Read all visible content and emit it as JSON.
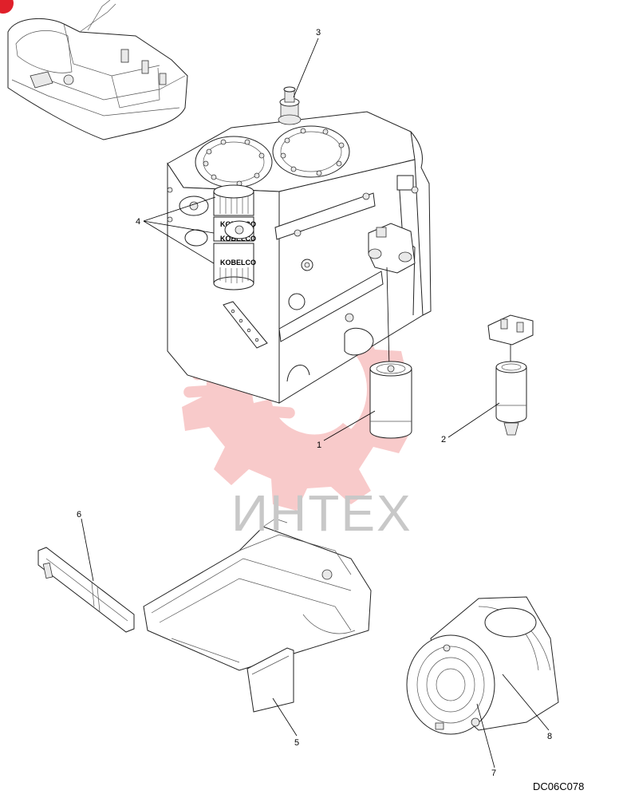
{
  "diagram": {
    "drawing_id": "DC06C078",
    "watermark_text": "ИНТЕХ",
    "callouts": [
      {
        "id": "c1",
        "label": "1"
      },
      {
        "id": "c2",
        "label": "2"
      },
      {
        "id": "c3",
        "label": "3"
      },
      {
        "id": "c4",
        "label": "4"
      },
      {
        "id": "c5",
        "label": "5"
      },
      {
        "id": "c6",
        "label": "6"
      },
      {
        "id": "c7",
        "label": "7"
      },
      {
        "id": "c8",
        "label": "8"
      }
    ],
    "filter_brand_text": "KOBELCO",
    "colors": {
      "watermark_red": "#f4a0a0",
      "badge_red": "#e0202a",
      "line": "#222222"
    }
  }
}
